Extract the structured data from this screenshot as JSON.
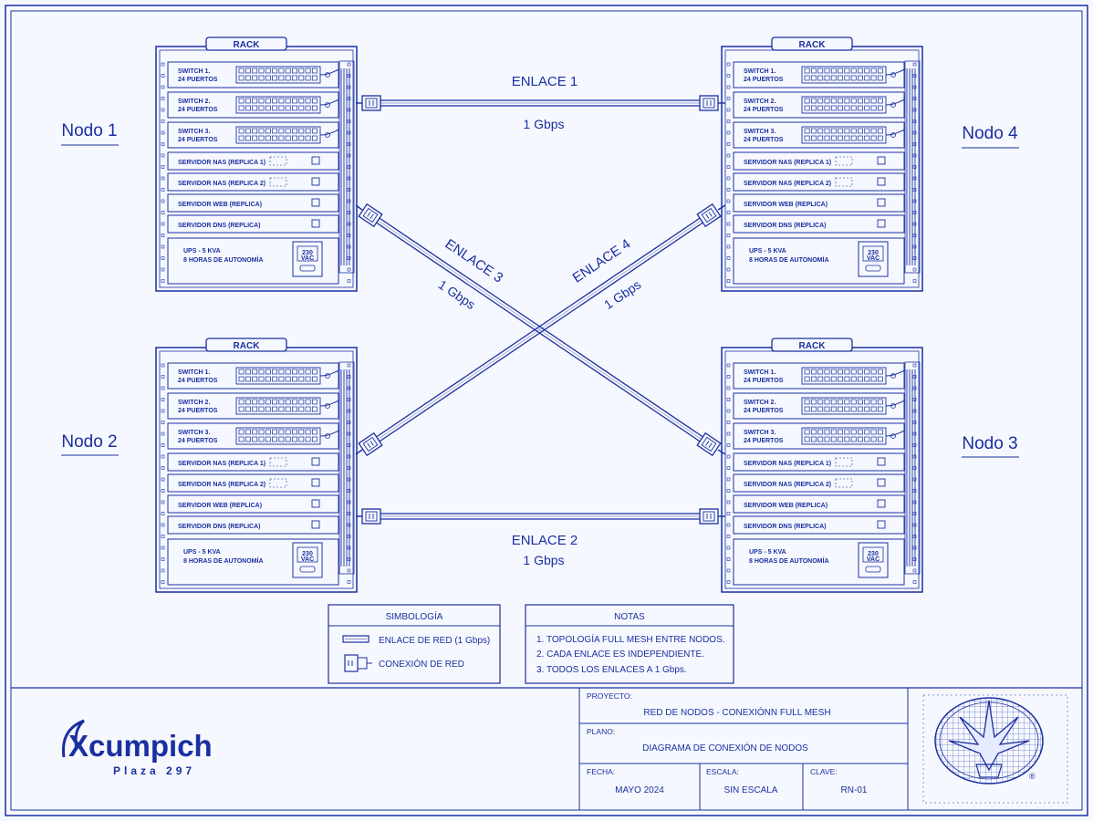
{
  "colors": {
    "line": "#1a2fa0",
    "paper": "#f6f8ff"
  },
  "racks": [
    {
      "node_label": "Nodo 1",
      "title": "RACK",
      "switches": [
        {
          "line1": "SWITCH 1.",
          "line2": "24 PUERTOS"
        },
        {
          "line1": "SWITCH 2.",
          "line2": "24 PUERTOS"
        },
        {
          "line1": "SWITCH 3.",
          "line2": "24 PUERTOS"
        }
      ],
      "servers": [
        "SERVIDOR NAS (REPLICA 1)",
        "SERVIDOR NAS (REPLICA 2)",
        "SERVIDOR WEB (REPLICA)",
        "SERVIDOR DNS (REPLICA)"
      ],
      "ups": {
        "line1": "UPS - 5 KVA",
        "line2": "8 HORAS DE AUTONOMÍA",
        "display": "230",
        "unit": "VAC"
      }
    },
    {
      "node_label": "Nodo 2",
      "title": "RACK",
      "switches": [
        {
          "line1": "SWITCH 1.",
          "line2": "24 PUERTOS"
        },
        {
          "line1": "SWITCH 2.",
          "line2": "24 PUERTOS"
        },
        {
          "line1": "SWITCH 3.",
          "line2": "24 PUERTOS"
        }
      ],
      "servers": [
        "SERVIDOR NAS (REPLICA 1)",
        "SERVIDOR NAS (REPLICA 2)",
        "SERVIDOR WEB (REPLICA)",
        "SERVIDOR DNS (REPLICA)"
      ],
      "ups": {
        "line1": "UPS - 5 KVA",
        "line2": "8 HORAS DE AUTONOMÍA",
        "display": "230",
        "unit": "VAC"
      }
    },
    {
      "node_label": "Nodo 3",
      "title": "RACK",
      "switches": [
        {
          "line1": "SWITCH 1.",
          "line2": "24 PUERTOS"
        },
        {
          "line1": "SWITCH 2.",
          "line2": "24 PUERTOS"
        },
        {
          "line1": "SWITCH 3.",
          "line2": "24 PUERTOS"
        }
      ],
      "servers": [
        "SERVIDOR NAS (REPLICA 1)",
        "SERVIDOR NAS (REPLICA 2)",
        "SERVIDOR WEB (REPLICA)",
        "SERVIDOR DNS (REPLICA)"
      ],
      "ups": {
        "line1": "UPS - 5 KVA",
        "line2": "8 HORAS DE AUTONOMÍA",
        "display": "230",
        "unit": "VAC"
      }
    },
    {
      "node_label": "Nodo 4",
      "title": "RACK",
      "switches": [
        {
          "line1": "SWITCH 1.",
          "line2": "24 PUERTOS"
        },
        {
          "line1": "SWITCH 2.",
          "line2": "24 PUERTOS"
        },
        {
          "line1": "SWITCH 3.",
          "line2": "24 PUERTOS"
        }
      ],
      "servers": [
        "SERVIDOR NAS (REPLICA 1)",
        "SERVIDOR NAS (REPLICA 2)",
        "SERVIDOR WEB (REPLICA)",
        "SERVIDOR DNS (REPLICA)"
      ],
      "ups": {
        "line1": "UPS - 5 KVA",
        "line2": "8 HORAS DE AUTONOMÍA",
        "display": "230",
        "unit": "VAC"
      }
    }
  ],
  "links": [
    {
      "name": "ENLACE 1",
      "speed": "1 Gbps",
      "from": "Nodo 1",
      "to": "Nodo 4"
    },
    {
      "name": "ENLACE 2",
      "speed": "1 Gbps",
      "from": "Nodo 2",
      "to": "Nodo 3"
    },
    {
      "name": "ENLACE 3",
      "speed": "1 Gbps",
      "from": "Nodo 1",
      "to": "Nodo 3"
    },
    {
      "name": "ENLACE 4",
      "speed": "1 Gbps",
      "from": "Nodo 2",
      "to": "Nodo 4"
    }
  ],
  "legend": {
    "title": "SIMBOLOGÍA",
    "items": [
      {
        "icon": "cable-icon",
        "label": "ENLACE DE RED (1 Gbps)"
      },
      {
        "icon": "connector-icon",
        "label": "CONEXIÓN DE RED"
      }
    ]
  },
  "notes": {
    "title": "NOTAS",
    "items": [
      "1. TOPOLOGÍA FULL MESH ENTRE NODOS.",
      "2. CADA ENLACE ES INDEPENDIENTE.",
      "3. TODOS LOS ENLACES A 1 Gbps."
    ]
  },
  "brand": {
    "name": "Xcumpich",
    "sub": "Plaza 297"
  },
  "title_block": {
    "project_label": "PROYECTO:",
    "project": "RED DE NODOS - CONEXIÓNN FULL MESH",
    "plan_label": "PLANO:",
    "plan": "DIAGRAMA DE CONEXIÓN DE NODOS",
    "date_label": "FECHA:",
    "date": "MAYO 2024",
    "scale_label": "ESCALA:",
    "scale": "SIN ESCALA",
    "key_label": "CLAVE:",
    "key": "RN-01"
  },
  "seal": {
    "mark": "®"
  }
}
